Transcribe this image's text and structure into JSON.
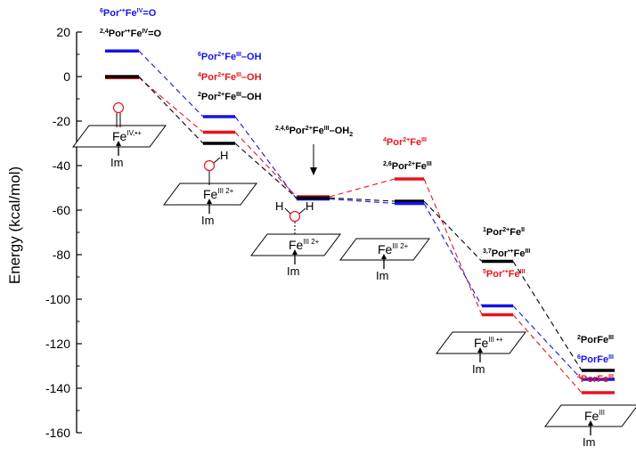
{
  "chart_data": {
    "type": "line",
    "title": "",
    "ylabel": "Energy (kcal/mol)",
    "ylim": [
      -160,
      20
    ],
    "yticks": [
      20,
      0,
      -20,
      -40,
      -60,
      -80,
      -100,
      -120,
      -140,
      -160
    ],
    "series_colors": {
      "black": "#000000",
      "red": "#e8141c",
      "blue": "#1414e8"
    },
    "stages": [
      {
        "id": "s1",
        "levels": [
          {
            "color": "blue",
            "value": 11.5
          },
          {
            "color": "red",
            "value": -0.5
          },
          {
            "color": "black",
            "value": 0
          }
        ],
        "labels": [
          {
            "color": "blue",
            "pre": "6",
            "parts": [
              [
                "Por",
                ""
              ],
              [
                "•+",
                "sup"
              ],
              [
                "Fe",
                ""
              ],
              [
                "IV",
                "sup"
              ],
              [
                "=O",
                ""
              ]
            ]
          },
          {
            "color": "black",
            "pre": "2,4",
            "parts": [
              [
                "Por",
                ""
              ],
              [
                "•+",
                "sup"
              ],
              [
                "Fe",
                ""
              ],
              [
                "IV",
                "sup"
              ],
              [
                "=O",
                ""
              ]
            ]
          }
        ]
      },
      {
        "id": "s2",
        "levels": [
          {
            "color": "blue",
            "value": -18
          },
          {
            "color": "red",
            "value": -25
          },
          {
            "color": "black",
            "value": -30
          }
        ],
        "labels": [
          {
            "color": "blue",
            "pre": "6",
            "parts": [
              [
                "Por",
                ""
              ],
              [
                "2+",
                "sup"
              ],
              [
                "Fe",
                ""
              ],
              [
                "III",
                "sup"
              ],
              [
                "–OH",
                ""
              ]
            ]
          },
          {
            "color": "red",
            "pre": "4",
            "parts": [
              [
                "Por",
                ""
              ],
              [
                "2+",
                "sup"
              ],
              [
                "Fe",
                ""
              ],
              [
                "III",
                "sup"
              ],
              [
                "–OH",
                ""
              ]
            ]
          },
          {
            "color": "black",
            "pre": "2",
            "parts": [
              [
                "Por",
                ""
              ],
              [
                "2+",
                "sup"
              ],
              [
                "Fe",
                ""
              ],
              [
                "III",
                "sup"
              ],
              [
                "–OH",
                ""
              ]
            ]
          }
        ]
      },
      {
        "id": "s3",
        "levels": [
          {
            "color": "red",
            "value": -54
          },
          {
            "color": "blue",
            "value": -55
          },
          {
            "color": "black",
            "value": -54.5
          }
        ],
        "labels": [
          {
            "color": "black",
            "pre": "2,4,6",
            "parts": [
              [
                "Por",
                ""
              ],
              [
                "2+",
                "sup"
              ],
              [
                "Fe",
                ""
              ],
              [
                "III",
                "sup"
              ],
              [
                "–OH",
                ""
              ],
              [
                "2",
                "sub"
              ]
            ]
          }
        ]
      },
      {
        "id": "s4",
        "levels": [
          {
            "color": "red",
            "value": -46
          },
          {
            "color": "black",
            "value": -56
          },
          {
            "color": "blue",
            "value": -57
          }
        ],
        "labels": [
          {
            "color": "red",
            "pre": "4",
            "parts": [
              [
                "Por",
                ""
              ],
              [
                "2+",
                "sup"
              ],
              [
                "Fe",
                ""
              ],
              [
                "III",
                "sup"
              ]
            ]
          },
          {
            "color": "black",
            "pre": "2,6",
            "parts": [
              [
                "Por",
                ""
              ],
              [
                "2+",
                "sup"
              ],
              [
                "Fe",
                ""
              ],
              [
                "III",
                "sup"
              ]
            ]
          }
        ]
      },
      {
        "id": "s5",
        "levels": [
          {
            "color": "black",
            "value": -83
          },
          {
            "color": "blue",
            "value": -103
          },
          {
            "color": "red",
            "value": -107
          }
        ],
        "labels": [
          {
            "color": "black",
            "pre": "1",
            "parts": [
              [
                "Por",
                ""
              ],
              [
                "2+",
                "sup"
              ],
              [
                "Fe",
                ""
              ],
              [
                "II",
                "sup"
              ]
            ]
          },
          {
            "color": "black",
            "pre": "3,7",
            "parts": [
              [
                "Por",
                ""
              ],
              [
                "•+",
                "sup"
              ],
              [
                "Fe",
                ""
              ],
              [
                "III",
                "sup"
              ]
            ]
          },
          {
            "color": "red",
            "pre": "5",
            "parts": [
              [
                "Por",
                ""
              ],
              [
                "•+",
                "sup"
              ],
              [
                "Fe",
                ""
              ],
              [
                "III",
                "sup"
              ]
            ]
          }
        ]
      },
      {
        "id": "s6",
        "levels": [
          {
            "color": "black",
            "value": -132
          },
          {
            "color": "blue",
            "value": -136
          },
          {
            "color": "red",
            "value": -142
          }
        ],
        "labels": [
          {
            "color": "black",
            "pre": "2",
            "parts": [
              [
                "PorFe",
                ""
              ],
              [
                "III",
                "sup"
              ]
            ]
          },
          {
            "color": "blue",
            "pre": "6",
            "parts": [
              [
                "PorFe",
                ""
              ],
              [
                "III",
                "sup"
              ]
            ]
          },
          {
            "color": "red",
            "pre": "4",
            "parts": [
              [
                "PorFe",
                ""
              ],
              [
                "III",
                "sup"
              ]
            ]
          }
        ]
      }
    ],
    "connections": [
      {
        "from": "s1",
        "to": "s2"
      },
      {
        "from": "s2",
        "to": "s3"
      },
      {
        "from": "s3",
        "to": "s4"
      },
      {
        "from": "s4",
        "to": "s5"
      },
      {
        "from": "s5",
        "to": "s6"
      }
    ],
    "structures": [
      {
        "id": "st1",
        "fe_text": "Fe",
        "fe_sup": "IV,•+",
        "ligand": "O",
        "im_text": "Im"
      },
      {
        "id": "st2",
        "fe_text": "Fe",
        "fe_sup": "III 2+",
        "ligand": "O",
        "ligand_h": "H",
        "im_text": "Im"
      },
      {
        "id": "st3",
        "fe_text": "Fe",
        "fe_sup": "III 2+",
        "ligand": "O",
        "ligand_h": "H",
        "ligand_h2": "H",
        "im_text": "Im"
      },
      {
        "id": "st4",
        "fe_text": "Fe",
        "fe_sup": "III 2+",
        "im_text": "Im"
      },
      {
        "id": "st5",
        "fe_text": "Fe",
        "fe_sup": "III •+",
        "im_text": "Im"
      },
      {
        "id": "st6",
        "fe_text": "Fe",
        "fe_sup": "III",
        "im_text": "Im"
      }
    ]
  }
}
